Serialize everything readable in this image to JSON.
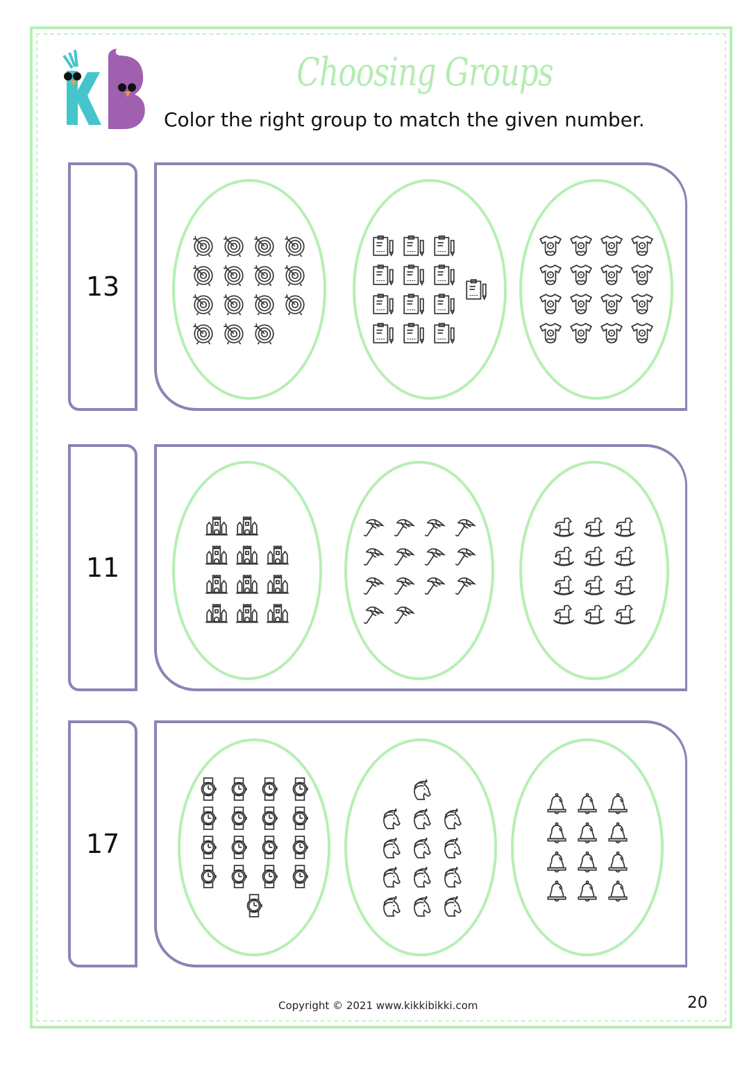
{
  "header": {
    "logo_letters": [
      "K",
      "B"
    ],
    "title": "Choosing Groups",
    "instructions": "Color the right group to match the given number."
  },
  "colors": {
    "accent_green": "#b6efb3",
    "box_purple": "#8a84b5",
    "logo_teal": "#46c4cc",
    "logo_purple": "#a060b0"
  },
  "rows": [
    {
      "number": "13",
      "groups": [
        {
          "icon": "target-icon",
          "count": 15,
          "layout": [
            4,
            4,
            4,
            3
          ]
        },
        {
          "icon": "clipboard-icon",
          "count": 13,
          "layout": [
            3,
            3,
            3,
            3
          ],
          "extra": 1
        },
        {
          "icon": "onesie-icon",
          "count": 16,
          "layout": [
            4,
            4,
            4,
            4
          ]
        }
      ]
    },
    {
      "number": "11",
      "groups": [
        {
          "icon": "castle-icon",
          "count": 11,
          "layout": [
            2,
            3,
            3,
            3
          ]
        },
        {
          "icon": "umbrella-icon",
          "count": 14,
          "layout": [
            4,
            4,
            4,
            2
          ]
        },
        {
          "icon": "rocking-horse-icon",
          "count": 12,
          "layout": [
            3,
            3,
            3,
            3
          ]
        }
      ]
    },
    {
      "number": "17",
      "groups": [
        {
          "icon": "watch-icon",
          "count": 17,
          "layout": [
            4,
            4,
            4,
            4,
            1
          ]
        },
        {
          "icon": "unicorn-icon",
          "count": 13,
          "layout": [
            1,
            3,
            3,
            3,
            3
          ]
        },
        {
          "icon": "bell-icon",
          "count": 12,
          "layout": [
            3,
            3,
            3,
            3
          ]
        }
      ]
    }
  ],
  "footer": {
    "copyright": "Copyright © 2021 www.kikkibikki.com",
    "page_number": "20"
  }
}
